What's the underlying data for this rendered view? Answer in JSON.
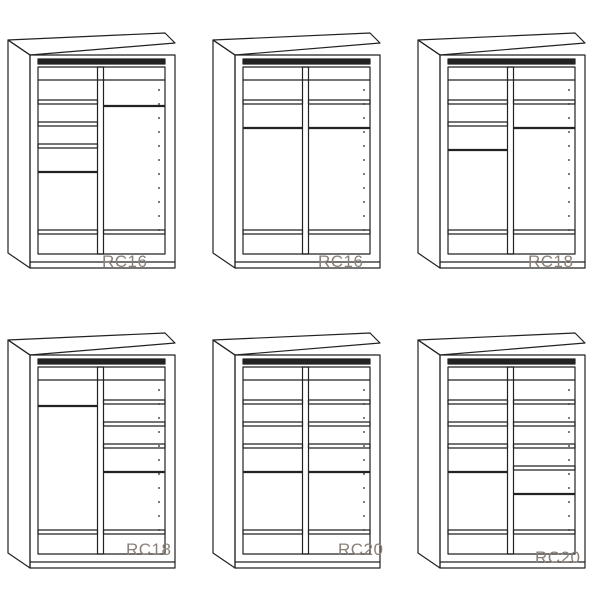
{
  "wardrobes": [
    {
      "model": "RC16",
      "left": {
        "shelves": 3,
        "bottom": true
      },
      "right": {
        "shelves": 0,
        "bottom": true
      }
    },
    {
      "model": "RC16",
      "left": {
        "shelves": 1,
        "bottom": true
      },
      "right": {
        "shelves": 1,
        "bottom": true
      }
    },
    {
      "model": "RC18",
      "left": {
        "shelves": 2,
        "bottom": true
      },
      "right": {
        "shelves": 1,
        "bottom": true
      }
    },
    {
      "model": "RC18",
      "left": {
        "shelves": 0,
        "bottom": true
      },
      "right": {
        "shelves": 3,
        "bottom": true
      }
    },
    {
      "model": "RC20",
      "left": {
        "shelves": 3,
        "bottom": true
      },
      "right": {
        "shelves": 3,
        "bottom": true
      }
    },
    {
      "model": "RC20",
      "left": {
        "shelves": 3,
        "bottom": true
      },
      "right": {
        "shelves": 4,
        "bottom": true
      }
    }
  ]
}
